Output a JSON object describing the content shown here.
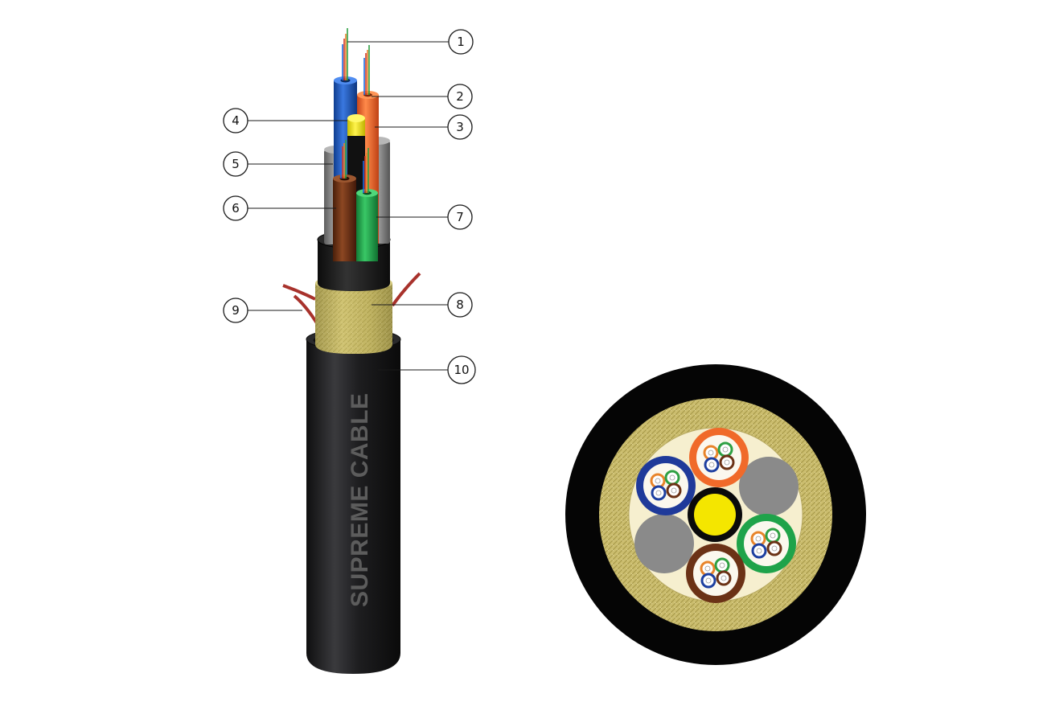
{
  "brand_text": "SUPREME CABLE",
  "callouts": [
    {
      "id": 1,
      "label": "1"
    },
    {
      "id": 2,
      "label": "2"
    },
    {
      "id": 3,
      "label": "3"
    },
    {
      "id": 4,
      "label": "4"
    },
    {
      "id": 5,
      "label": "5"
    },
    {
      "id": 6,
      "label": "6"
    },
    {
      "id": 7,
      "label": "7"
    },
    {
      "id": 8,
      "label": "8"
    },
    {
      "id": 9,
      "label": "9"
    },
    {
      "id": 10,
      "label": "10"
    }
  ],
  "colors": {
    "jacket": "#1c1c1e",
    "aramid": "#c9b968",
    "rip_cord": "#a8322c",
    "tube_blue": "#1f58b8",
    "tube_orange": "#f06a2a",
    "tube_green": "#1fa34a",
    "tube_brown": "#6b3216",
    "central_member": "#f4e600",
    "filler": "#8a8a8a",
    "core_fill": "#f6efcf"
  }
}
